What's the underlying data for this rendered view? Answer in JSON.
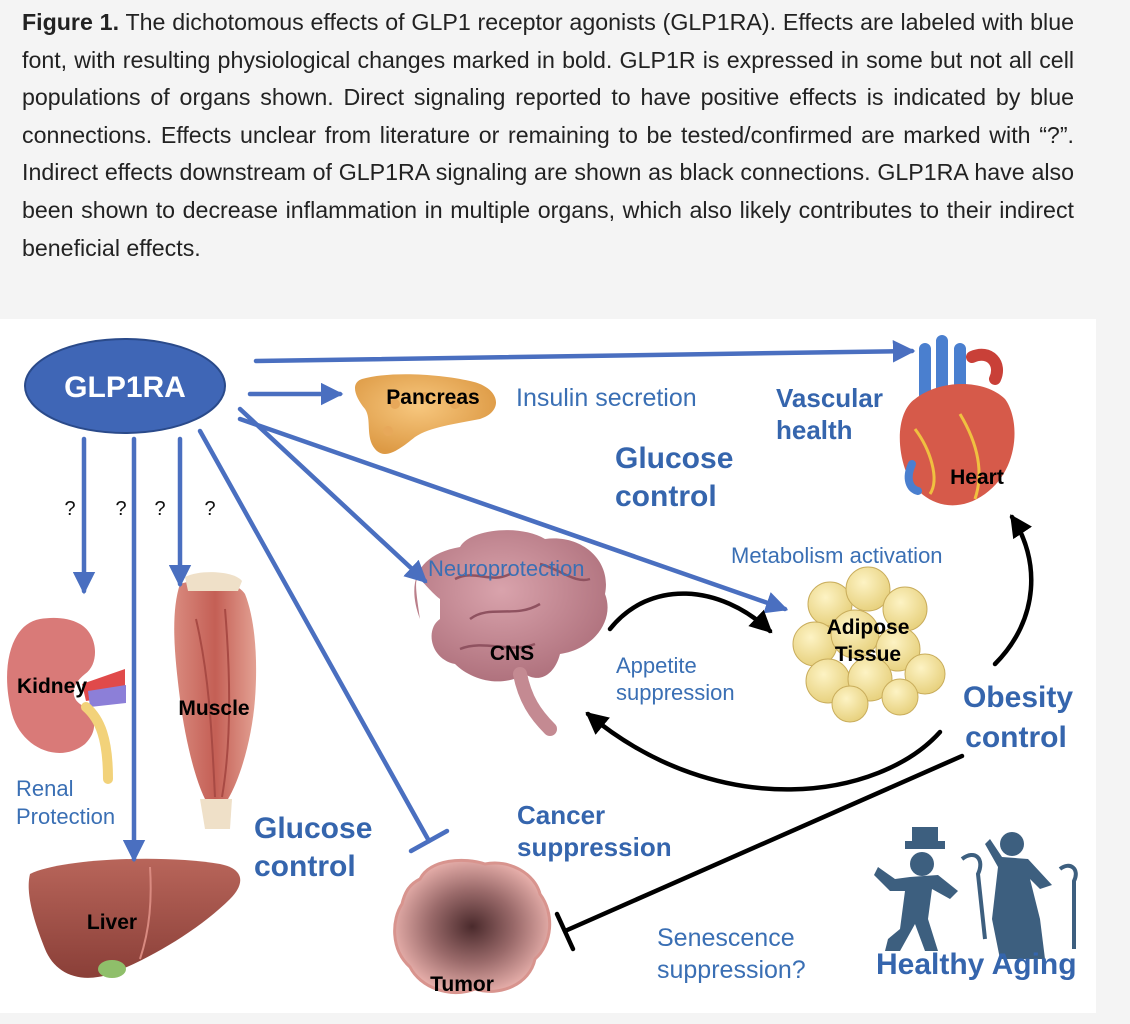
{
  "caption": {
    "title": "Figure 1.",
    "text": "The dichotomous effects of GLP1 receptor agonists (GLP1RA). Effects are labeled with blue font, with resulting physiological changes marked in bold. GLP1R is expressed in some but not all cell populations of organs shown. Direct signaling reported to have positive effects is indicated by blue connections. Effects unclear from literature or remaining to be tested/confirmed are marked with “?”. Indirect effects downstream of GLP1RA signaling are shown as black connections. GLP1RA have also been shown to decrease inflammation in multiple organs, which also likely contributes to their indirect beneficial effects."
  },
  "diagram": {
    "source": "GLP1RA",
    "organs": {
      "pancreas": "Pancreas",
      "heart": "Heart",
      "cns": "CNS",
      "adipose_1": "Adipose",
      "adipose_2": "Tissue",
      "kidney": "Kidney",
      "muscle": "Muscle",
      "liver": "Liver",
      "tumor": "Tumor"
    },
    "effects": {
      "insulin": "Insulin secretion",
      "neuroprotection": "Neuroprotection",
      "metabolism": "Metabolism activation",
      "appetite_1": "Appetite",
      "appetite_2": "suppression",
      "renal_1": "Renal",
      "renal_2": "Protection",
      "senescence_1": "Senescence",
      "senescence_2": "suppression?"
    },
    "outcomes": {
      "vascular_1": "Vascular",
      "vascular_2": "health",
      "glucose_top_1": "Glucose",
      "glucose_top_2": "control",
      "glucose_bottom_1": "Glucose",
      "glucose_bottom_2": "control",
      "cancer_1": "Cancer",
      "cancer_2": "suppression",
      "obesity_1": "Obesity",
      "obesity_2": "control",
      "aging": "Healthy Aging"
    },
    "unknown_marks": [
      "?",
      "?",
      "?",
      "?"
    ],
    "colors": {
      "blue_connection": "#4a6fc0",
      "effect_text": "#3a6fb4",
      "outcome_text": "#3565ad",
      "glp1ra_fill": "#3f66b6",
      "black_connection": "#000000",
      "aging_silhouette": "#3d5f7f"
    }
  }
}
